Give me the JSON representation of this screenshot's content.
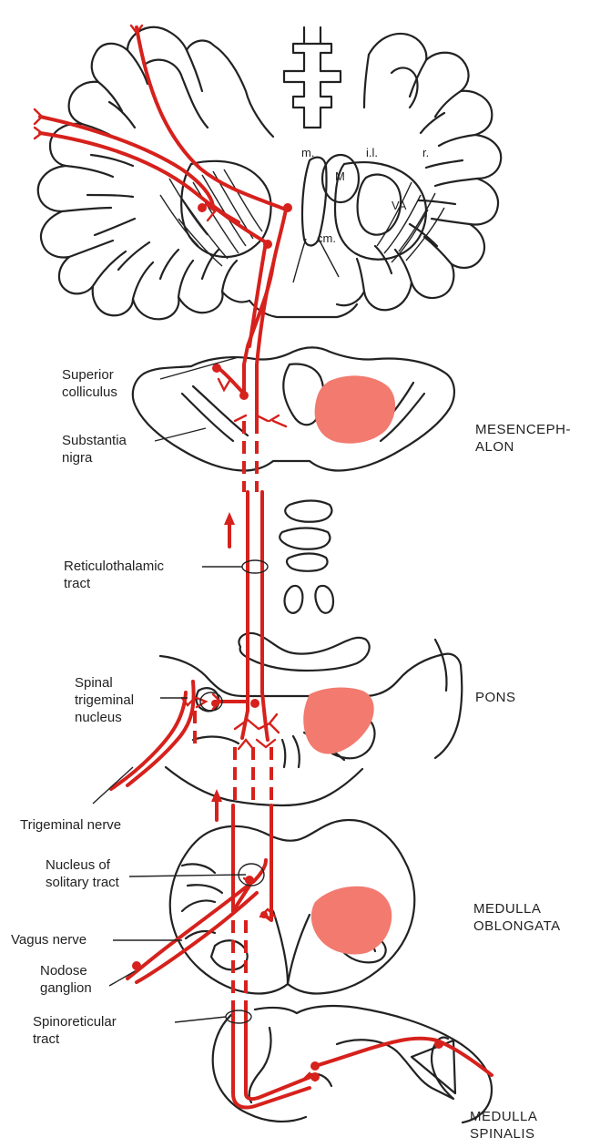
{
  "labels": {
    "superior_colliculus": "Superior\ncolliculus",
    "substantia_nigra": "Substantia\nnigra",
    "reticulothalamic_tract": "Reticulothalamic\ntract",
    "spinal_trigeminal_nucleus": "Spinal\ntrigeminal\nnucleus",
    "trigeminal_nerve": "Trigeminal nerve",
    "nucleus_solitary_tract": "Nucleus of\nsolitary tract",
    "vagus_nerve": "Vagus nerve",
    "nodose_ganglion": "Nodose\nganglion",
    "spinoreticular_tract": "Spinoreticular\ntract"
  },
  "regions": {
    "mesencephalon": "MESENCEPH-\nALON",
    "pons": "PONS",
    "medulla_oblongata": "MEDULLA\nOBLONGATA",
    "medulla_spinalis": "MEDULLA\nSPINALIS"
  },
  "thalamus_labels": {
    "m": "m.",
    "il": "i.l.",
    "r": "r.",
    "M": "M",
    "VA": "VA",
    "cm": "cm."
  },
  "colors": {
    "pathway": "#d6211c",
    "nucleus_fill": "#f27a6e",
    "outline": "#222222"
  }
}
